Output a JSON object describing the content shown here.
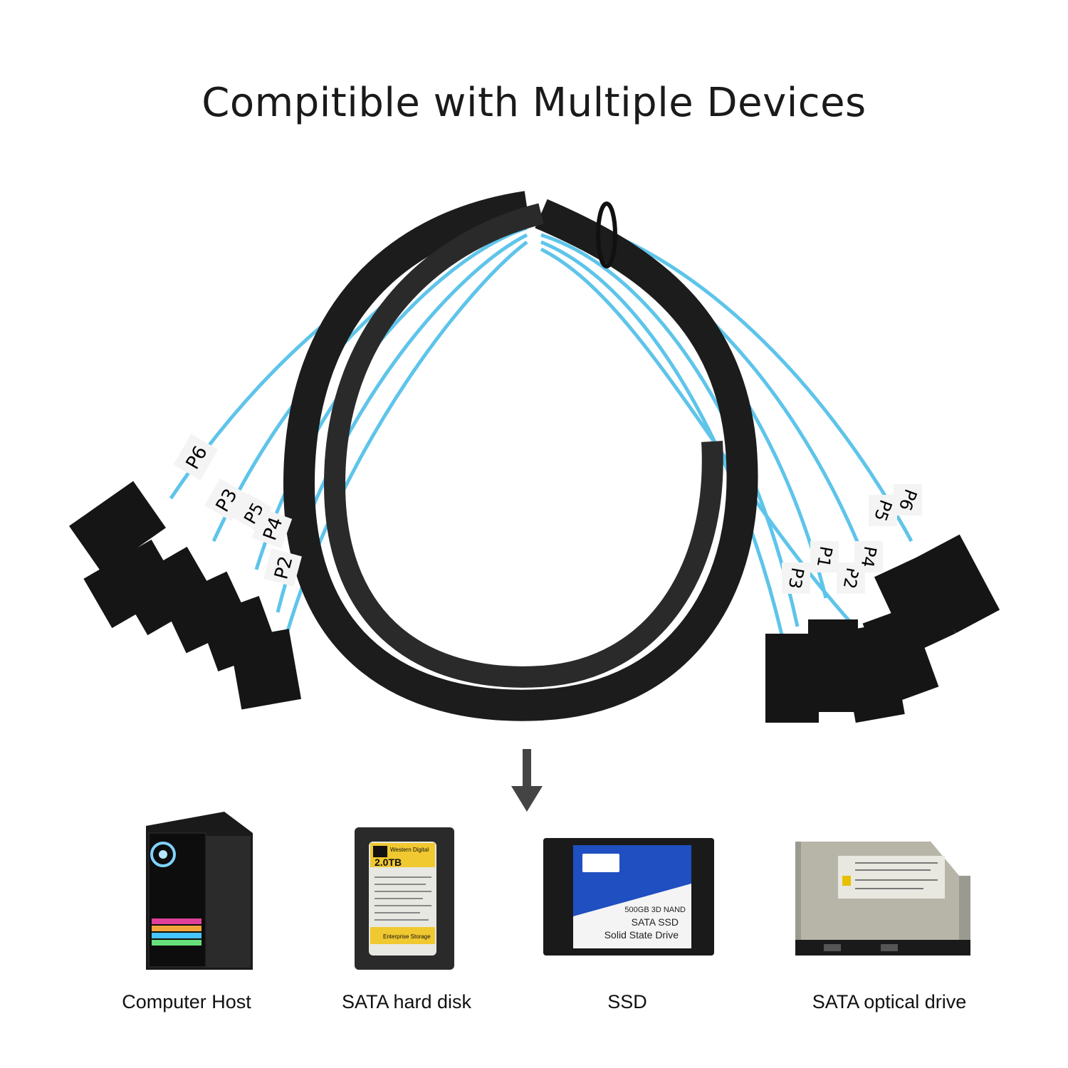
{
  "title": "Compitible with Multiple Devices",
  "port_labels_left": [
    "P6",
    "P3",
    "P5",
    "P4",
    "P2"
  ],
  "port_labels_right": [
    "P3",
    "P1",
    "P2",
    "P4",
    "P5",
    "P6"
  ],
  "devices": [
    {
      "label": "Computer Host"
    },
    {
      "label": "SATA hard disk"
    },
    {
      "label": "SSD"
    },
    {
      "label": "SATA optical drive"
    }
  ],
  "hdd": {
    "brand": "Western Digital",
    "capacity": "2.0TB",
    "tag": "Enterprise Storage"
  },
  "ssd": {
    "line1": "500GB 3D NAND",
    "line2": "SATA SSD",
    "line3": "Solid State Drive"
  },
  "colors": {
    "cable_black": "#1c1c1c",
    "cable_blue": "#5ec4ea",
    "ssd_blue": "#1f4fc0"
  }
}
